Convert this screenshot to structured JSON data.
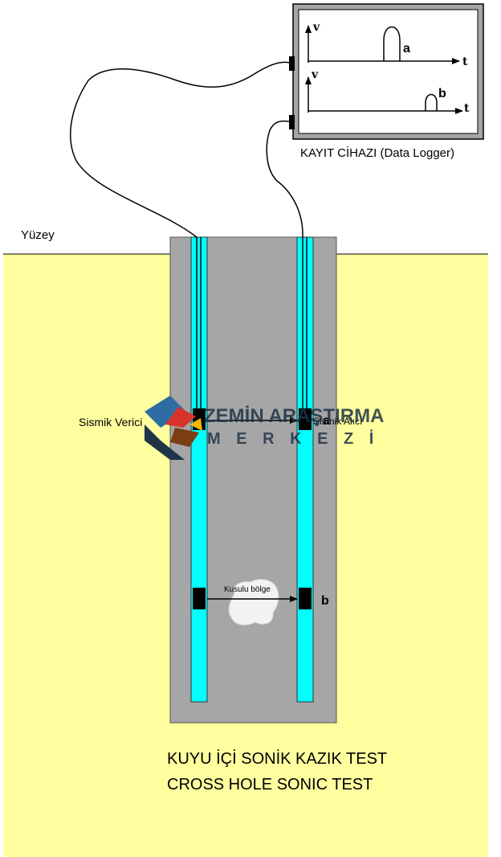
{
  "logger": {
    "title": "KAYIT CİHAZI  (Data Logger)",
    "graph_a": {
      "y_axis": "v",
      "x_axis": "t",
      "pulse_label": "a"
    },
    "graph_b": {
      "y_axis": "v",
      "x_axis": "t",
      "pulse_label": "b"
    }
  },
  "surface_label": "Yüzey",
  "pile": {
    "transmitter_label": "Sismik Verici",
    "receiver_label": "Sismik Alıcı",
    "position_a_label": "a",
    "position_b_label": "b",
    "defect_label": "Kusulu bölge"
  },
  "watermark": {
    "line1": "ZEMİN ARAŞTIRMA",
    "line2": "M E R K E Z İ"
  },
  "caption": {
    "line1": "KUYU İÇİ SONİK KAZIK TEST",
    "line2": "CROSS HOLE SONIC TEST"
  },
  "colors": {
    "ground": "#ffffa0",
    "pile": "#a6a6a6",
    "tube": "#00ffff",
    "defect": "#f2f2f2",
    "logo_blue": "#2e6da4",
    "logo_red": "#d9342b",
    "logo_brown": "#7a3e12",
    "logo_navy": "#1f3447",
    "logo_yellow": "#f2b705"
  }
}
